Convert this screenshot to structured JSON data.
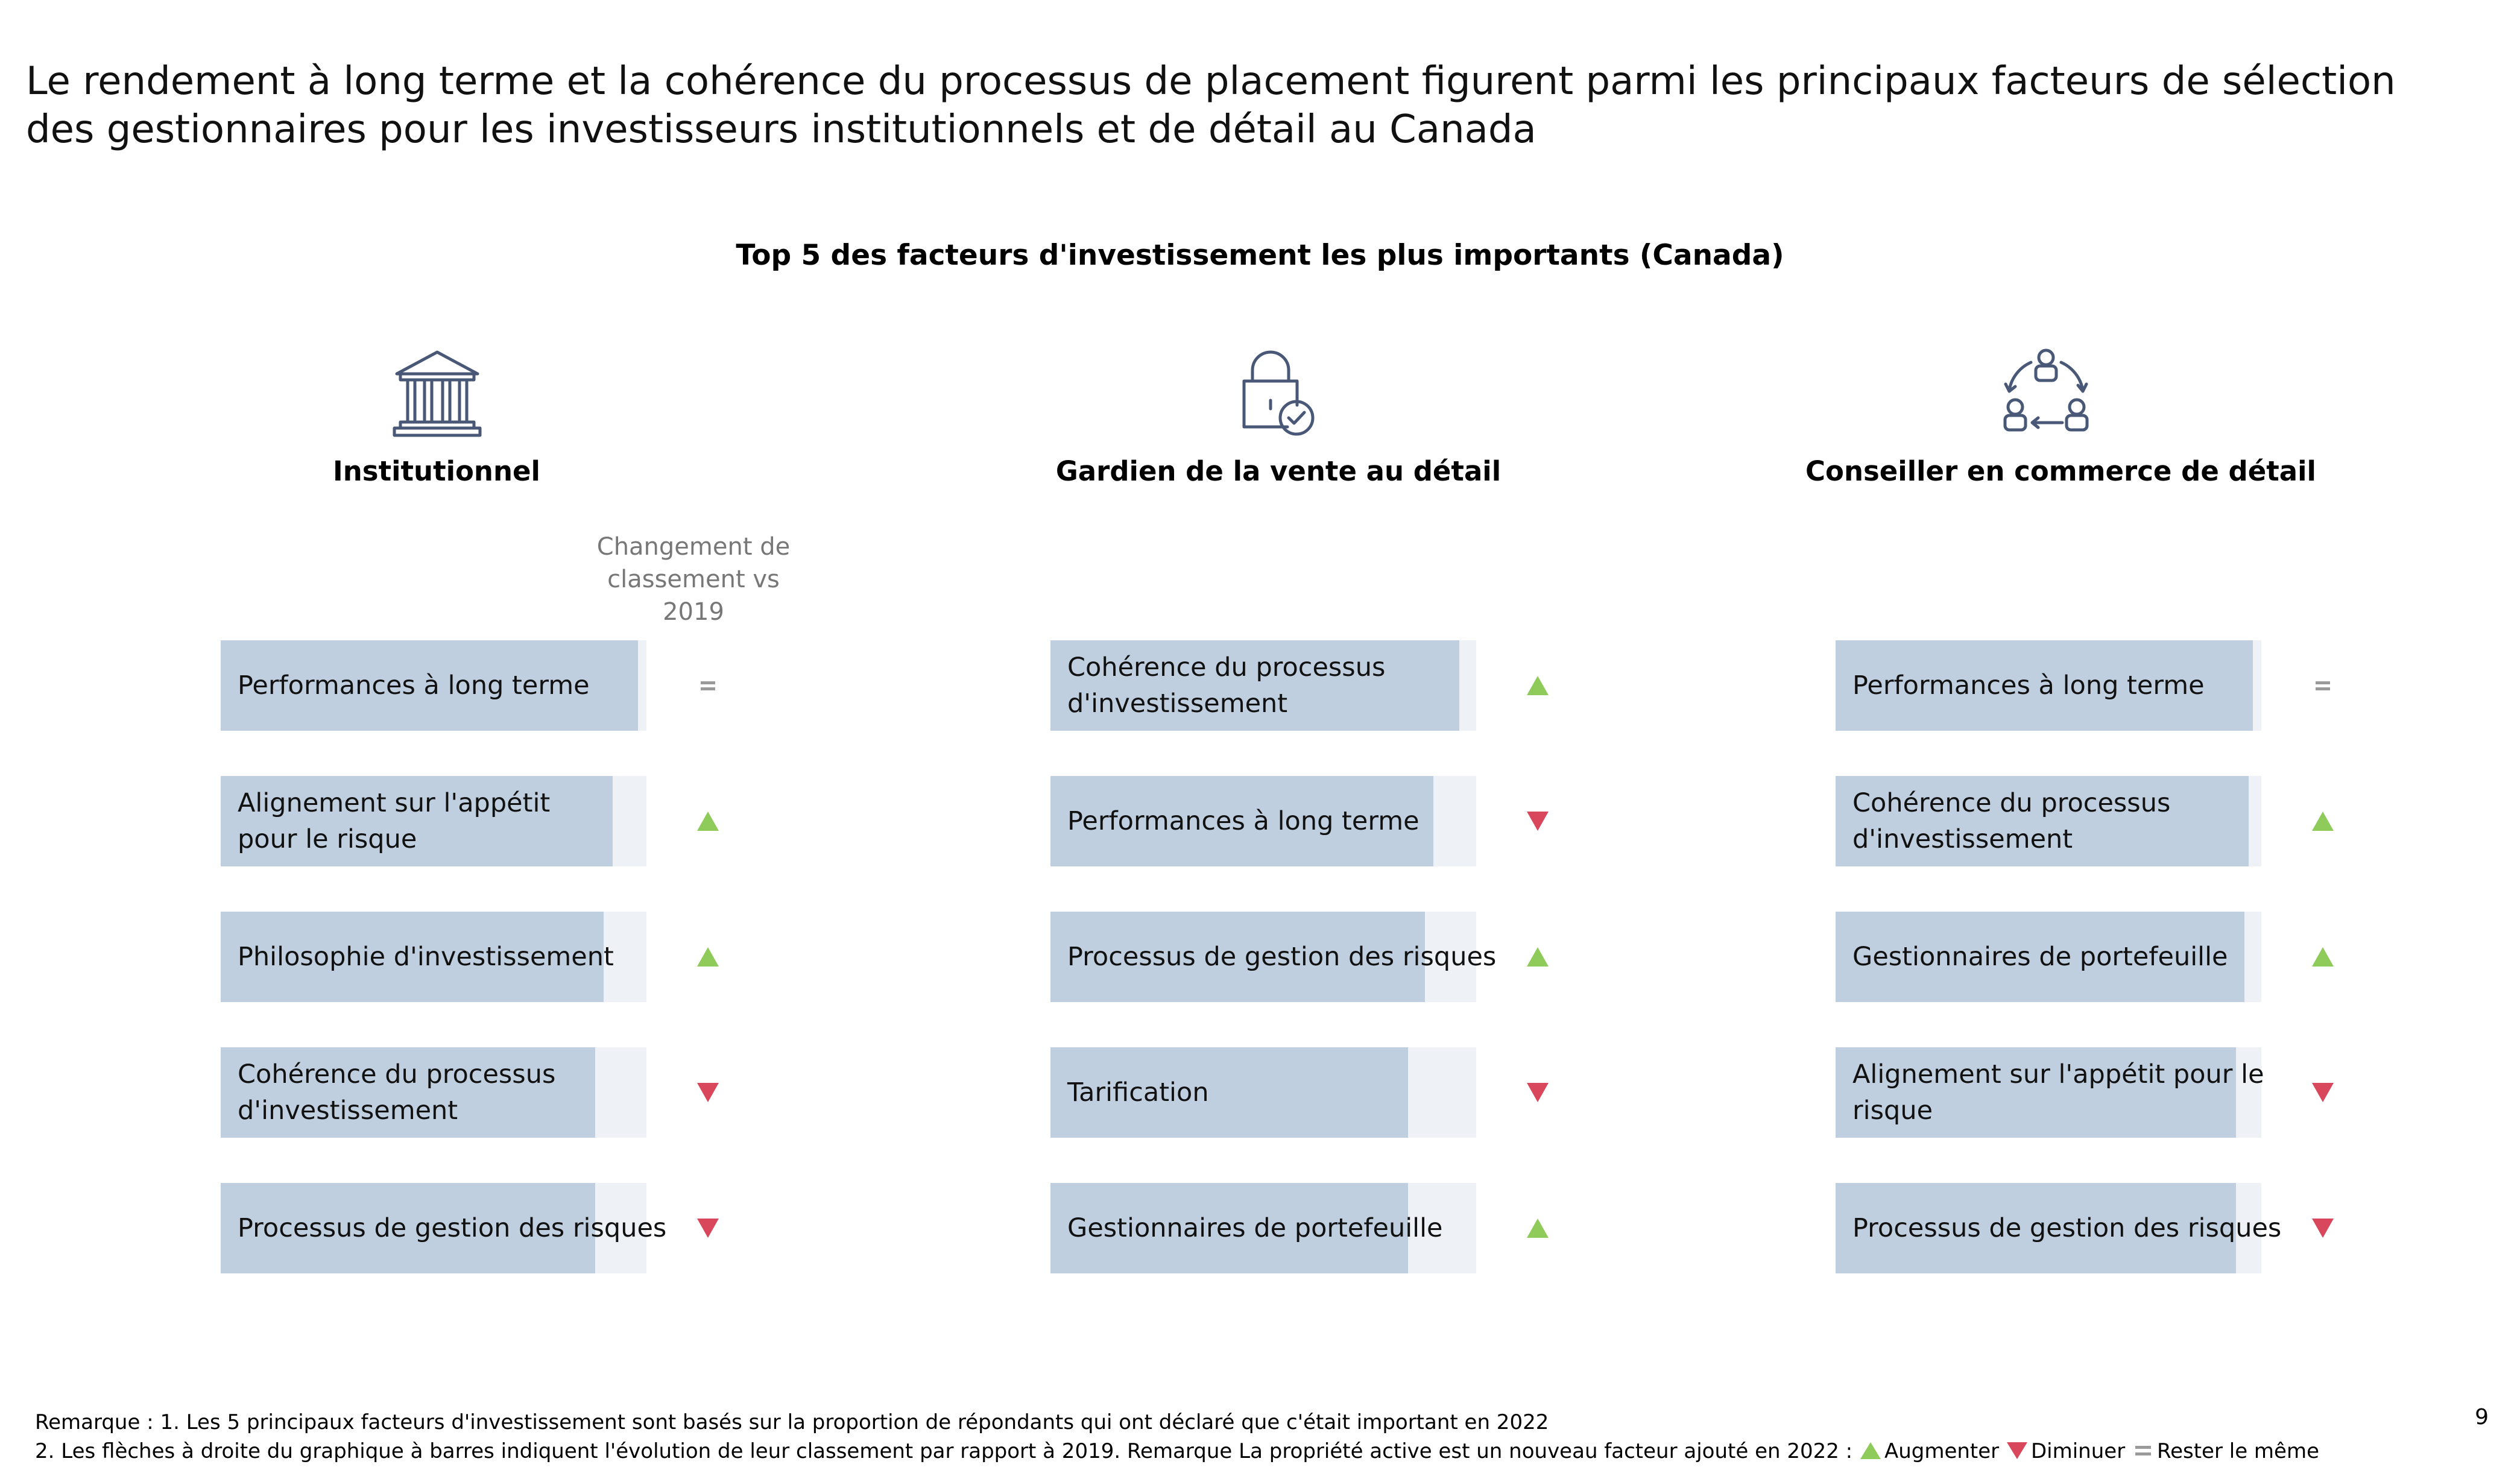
{
  "header": {
    "title_lines": [
      "Le rendement à long terme et la cohérence du processus de placement figurent parmi les principaux facteurs de sélection",
      "des gestionnaires pour les investisseurs institutionnels et de détail au Canada"
    ]
  },
  "chart_data": {
    "type": "bar",
    "title": "Top 5 des facteurs d'investissement les plus importants (Canada)",
    "change_column_header_lines": [
      "Changement de",
      "classement vs",
      "2019"
    ],
    "value_axis": {
      "ylim": [
        0,
        100
      ],
      "tick_labels_shown": false
    },
    "groups": [
      {
        "name": "Institutionnel",
        "icon": "bank-building-icon",
        "items": [
          {
            "label_lines": [
              "Performances à long terme"
            ],
            "value": 98,
            "change": "same"
          },
          {
            "label_lines": [
              "Alignement sur l'appétit",
              "pour le risque"
            ],
            "value": 92,
            "change": "up"
          },
          {
            "label_lines": [
              "Philosophie d'investissement"
            ],
            "value": 90,
            "change": "up"
          },
          {
            "label_lines": [
              "Cohérence du processus",
              "d'investissement"
            ],
            "value": 88,
            "change": "down"
          },
          {
            "label_lines": [
              "Processus de gestion des risques"
            ],
            "value": 88,
            "change": "down"
          }
        ]
      },
      {
        "name": "Gardien de la vente au détail",
        "icon": "padlock-check-icon",
        "items": [
          {
            "label_lines": [
              "Cohérence du processus",
              "d'investissement"
            ],
            "value": 96,
            "change": "up"
          },
          {
            "label_lines": [
              "Performances à long terme"
            ],
            "value": 90,
            "change": "down"
          },
          {
            "label_lines": [
              "Processus de gestion des risques"
            ],
            "value": 88,
            "change": "up"
          },
          {
            "label_lines": [
              "Tarification"
            ],
            "value": 84,
            "change": "down"
          },
          {
            "label_lines": [
              "Gestionnaires de portefeuille"
            ],
            "value": 84,
            "change": "up"
          }
        ]
      },
      {
        "name": "Conseiller en commerce de détail",
        "icon": "advisor-network-icon",
        "items": [
          {
            "label_lines": [
              "Performances à long terme"
            ],
            "value": 98,
            "change": "same"
          },
          {
            "label_lines": [
              "Cohérence du processus",
              "d'investissement"
            ],
            "value": 97,
            "change": "up"
          },
          {
            "label_lines": [
              "Gestionnaires de portefeuille"
            ],
            "value": 96,
            "change": "up"
          },
          {
            "label_lines": [
              "Alignement sur l'appétit pour le",
              "risque"
            ],
            "value": 94,
            "change": "down"
          },
          {
            "label_lines": [
              "Processus de gestion des risques"
            ],
            "value": 94,
            "change": "down"
          }
        ]
      }
    ],
    "legend": [
      {
        "change": "up",
        "label": "Augmenter"
      },
      {
        "change": "down",
        "label": "Diminuer"
      },
      {
        "change": "same",
        "label": "Rester le même"
      }
    ],
    "colors": {
      "bar_fill": "#bfcfdf",
      "bar_track": "#eef1f5",
      "up": "#8fcb5b",
      "down": "#d8475b",
      "same": "#9a9a9a",
      "icon_stroke": "#4a5878"
    }
  },
  "footnotes": {
    "line1": "Remarque : 1. Les 5 principaux facteurs d'investissement sont basés sur la proportion de répondants qui ont déclaré que c'était important en 2022",
    "line2_prefix": "2. Les flèches à droite du graphique à barres indiquent l'évolution de leur classement par rapport à 2019. Remarque La propriété active est un nouveau facteur ajouté en 2022 :"
  },
  "page_number": "9"
}
